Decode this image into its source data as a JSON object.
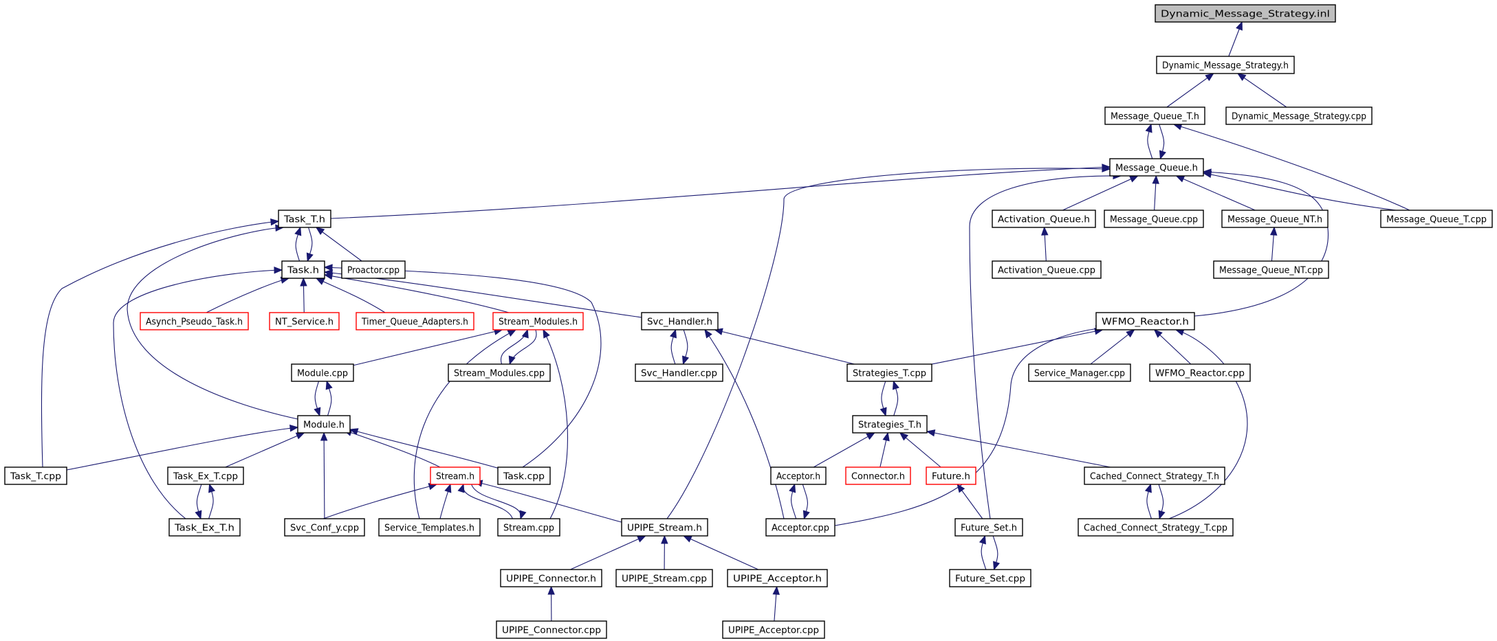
{
  "nodes": [
    {
      "id": "dms_inl",
      "label": "Dynamic_Message_Strategy.inl",
      "root": true
    },
    {
      "id": "dms_h",
      "label": "Dynamic_Message_Strategy.h"
    },
    {
      "id": "mqt_h",
      "label": "Message_Queue_T.h"
    },
    {
      "id": "dms_cpp",
      "label": "Dynamic_Message_Strategy.cpp"
    },
    {
      "id": "mq_h",
      "label": "Message_Queue.h"
    },
    {
      "id": "taskt_h",
      "label": "Task_T.h"
    },
    {
      "id": "actq_h",
      "label": "Activation_Queue.h"
    },
    {
      "id": "mq_cpp",
      "label": "Message_Queue.cpp"
    },
    {
      "id": "mqnt_h",
      "label": "Message_Queue_NT.h"
    },
    {
      "id": "mqt_cpp",
      "label": "Message_Queue_T.cpp"
    },
    {
      "id": "task_h",
      "label": "Task.h"
    },
    {
      "id": "proactor_cpp",
      "label": "Proactor.cpp"
    },
    {
      "id": "actq_cpp",
      "label": "Activation_Queue.cpp"
    },
    {
      "id": "mqnt_cpp",
      "label": "Message_Queue_NT.cpp"
    },
    {
      "id": "asynch",
      "label": "Asynch_Pseudo_Task.h",
      "truncated": true
    },
    {
      "id": "ntsvc",
      "label": "NT_Service.h",
      "truncated": true
    },
    {
      "id": "tqa",
      "label": "Timer_Queue_Adapters.h",
      "truncated": true
    },
    {
      "id": "smod_h",
      "label": "Stream_Modules.h",
      "truncated": true
    },
    {
      "id": "svch_h",
      "label": "Svc_Handler.h"
    },
    {
      "id": "wfmo_h",
      "label": "WFMO_Reactor.h"
    },
    {
      "id": "module_cpp",
      "label": "Module.cpp"
    },
    {
      "id": "smod_cpp",
      "label": "Stream_Modules.cpp"
    },
    {
      "id": "svch_cpp",
      "label": "Svc_Handler.cpp"
    },
    {
      "id": "strt_cpp",
      "label": "Strategies_T.cpp"
    },
    {
      "id": "svcmgr_cpp",
      "label": "Service_Manager.cpp"
    },
    {
      "id": "wfmo_cpp",
      "label": "WFMO_Reactor.cpp"
    },
    {
      "id": "module_h",
      "label": "Module.h"
    },
    {
      "id": "strt_h",
      "label": "Strategies_T.h"
    },
    {
      "id": "taskt_cpp",
      "label": "Task_T.cpp"
    },
    {
      "id": "taskext_cpp",
      "label": "Task_Ex_T.cpp"
    },
    {
      "id": "stream_h",
      "label": "Stream.h",
      "truncated": true
    },
    {
      "id": "task_cpp",
      "label": "Task.cpp"
    },
    {
      "id": "acceptor_h",
      "label": "Acceptor.h"
    },
    {
      "id": "connector_h",
      "label": "Connector.h",
      "truncated": true
    },
    {
      "id": "future_h",
      "label": "Future.h",
      "truncated": true
    },
    {
      "id": "ccst_h",
      "label": "Cached_Connect_Strategy_T.h"
    },
    {
      "id": "taskext_h",
      "label": "Task_Ex_T.h"
    },
    {
      "id": "svcconf_cpp",
      "label": "Svc_Conf_y.cpp"
    },
    {
      "id": "svctempl_h",
      "label": "Service_Templates.h"
    },
    {
      "id": "stream_cpp",
      "label": "Stream.cpp"
    },
    {
      "id": "upipe_stream_h",
      "label": "UPIPE_Stream.h"
    },
    {
      "id": "acceptor_cpp",
      "label": "Acceptor.cpp"
    },
    {
      "id": "futset_h",
      "label": "Future_Set.h"
    },
    {
      "id": "ccst_cpp",
      "label": "Cached_Connect_Strategy_T.cpp"
    },
    {
      "id": "upipe_conn_h",
      "label": "UPIPE_Connector.h"
    },
    {
      "id": "upipe_stream_cpp",
      "label": "UPIPE_Stream.cpp"
    },
    {
      "id": "upipe_acc_h",
      "label": "UPIPE_Acceptor.h"
    },
    {
      "id": "futset_cpp",
      "label": "Future_Set.cpp"
    },
    {
      "id": "upipe_conn_cpp",
      "label": "UPIPE_Connector.cpp"
    },
    {
      "id": "upipe_acc_cpp",
      "label": "UPIPE_Acceptor.cpp"
    }
  ],
  "edges": [
    [
      "dms_h",
      "dms_inl"
    ],
    [
      "mqt_h",
      "dms_h"
    ],
    [
      "dms_cpp",
      "dms_h"
    ],
    [
      "mq_h",
      "mqt_h"
    ],
    [
      "mqt_h",
      "mq_h"
    ],
    [
      "mqt_cpp",
      "mqt_h"
    ],
    [
      "taskt_h",
      "mq_h"
    ],
    [
      "actq_h",
      "mq_h"
    ],
    [
      "mq_cpp",
      "mq_h"
    ],
    [
      "mqnt_h",
      "mq_h"
    ],
    [
      "mqt_cpp",
      "mq_h"
    ],
    [
      "wfmo_h",
      "mq_h"
    ],
    [
      "upipe_stream_h",
      "mq_h"
    ],
    [
      "futset_h",
      "mq_h"
    ],
    [
      "actq_cpp",
      "actq_h"
    ],
    [
      "mqnt_cpp",
      "mqnt_h"
    ],
    [
      "task_h",
      "taskt_h"
    ],
    [
      "taskt_h",
      "task_h"
    ],
    [
      "proactor_cpp",
      "taskt_h"
    ],
    [
      "taskt_cpp",
      "taskt_h"
    ],
    [
      "module_h",
      "taskt_h"
    ],
    [
      "asynch",
      "task_h"
    ],
    [
      "ntsvc",
      "task_h"
    ],
    [
      "tqa",
      "task_h"
    ],
    [
      "smod_h",
      "task_h"
    ],
    [
      "svch_h",
      "task_h"
    ],
    [
      "task_cpp",
      "task_h"
    ],
    [
      "taskext_h",
      "task_h"
    ],
    [
      "module_cpp",
      "smod_h"
    ],
    [
      "smod_cpp",
      "smod_h"
    ],
    [
      "smod_h",
      "smod_cpp"
    ],
    [
      "stream_cpp",
      "smod_h"
    ],
    [
      "svctempl_h",
      "smod_h"
    ],
    [
      "svch_cpp",
      "svch_h"
    ],
    [
      "svch_h",
      "svch_cpp"
    ],
    [
      "strt_cpp",
      "svch_h"
    ],
    [
      "acceptor_cpp",
      "svch_h"
    ],
    [
      "strt_cpp",
      "wfmo_h"
    ],
    [
      "svcmgr_cpp",
      "wfmo_h"
    ],
    [
      "wfmo_cpp",
      "wfmo_h"
    ],
    [
      "acceptor_cpp",
      "wfmo_h"
    ],
    [
      "ccst_cpp",
      "wfmo_h"
    ],
    [
      "module_h",
      "module_cpp"
    ],
    [
      "module_cpp",
      "module_h"
    ],
    [
      "strt_h",
      "strt_cpp"
    ],
    [
      "strt_cpp",
      "strt_h"
    ],
    [
      "taskt_cpp",
      "module_h"
    ],
    [
      "taskext_cpp",
      "module_h"
    ],
    [
      "stream_h",
      "module_h"
    ],
    [
      "task_cpp",
      "module_h"
    ],
    [
      "svcconf_cpp",
      "module_h"
    ],
    [
      "acceptor_h",
      "strt_h"
    ],
    [
      "connector_h",
      "strt_h"
    ],
    [
      "future_h",
      "strt_h"
    ],
    [
      "ccst_h",
      "strt_h"
    ],
    [
      "taskext_h",
      "taskext_cpp"
    ],
    [
      "taskext_cpp",
      "taskext_h"
    ],
    [
      "svcconf_cpp",
      "stream_h"
    ],
    [
      "svctempl_h",
      "stream_h"
    ],
    [
      "stream_cpp",
      "stream_h"
    ],
    [
      "stream_h",
      "stream_cpp"
    ],
    [
      "upipe_stream_h",
      "stream_h"
    ],
    [
      "acceptor_cpp",
      "acceptor_h"
    ],
    [
      "acceptor_h",
      "acceptor_cpp"
    ],
    [
      "futset_h",
      "future_h"
    ],
    [
      "ccst_cpp",
      "ccst_h"
    ],
    [
      "ccst_h",
      "ccst_cpp"
    ],
    [
      "upipe_conn_h",
      "upipe_stream_h"
    ],
    [
      "upipe_stream_cpp",
      "upipe_stream_h"
    ],
    [
      "upipe_acc_h",
      "upipe_stream_h"
    ],
    [
      "futset_cpp",
      "futset_h"
    ],
    [
      "futset_h",
      "futset_cpp"
    ],
    [
      "upipe_conn_cpp",
      "upipe_conn_h"
    ],
    [
      "upipe_acc_cpp",
      "upipe_acc_h"
    ]
  ]
}
